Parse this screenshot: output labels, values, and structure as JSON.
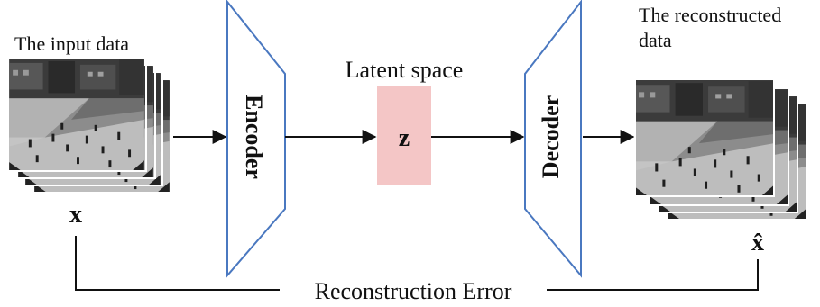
{
  "labels": {
    "input_title": "The input data",
    "input_symbol": "x",
    "encoder": "Encoder",
    "latent_title": "Latent space",
    "latent_symbol": "z",
    "decoder": "Decoder",
    "output_title_line1": "The reconstructed",
    "output_title_line2": "data",
    "output_symbol": "x̂",
    "error": "Reconstruction Error"
  },
  "colors": {
    "trapezoid_stroke": "#4a78c0",
    "latent_fill": "#f4c6c6",
    "line": "#111111",
    "frame_border": "#ffffff"
  }
}
